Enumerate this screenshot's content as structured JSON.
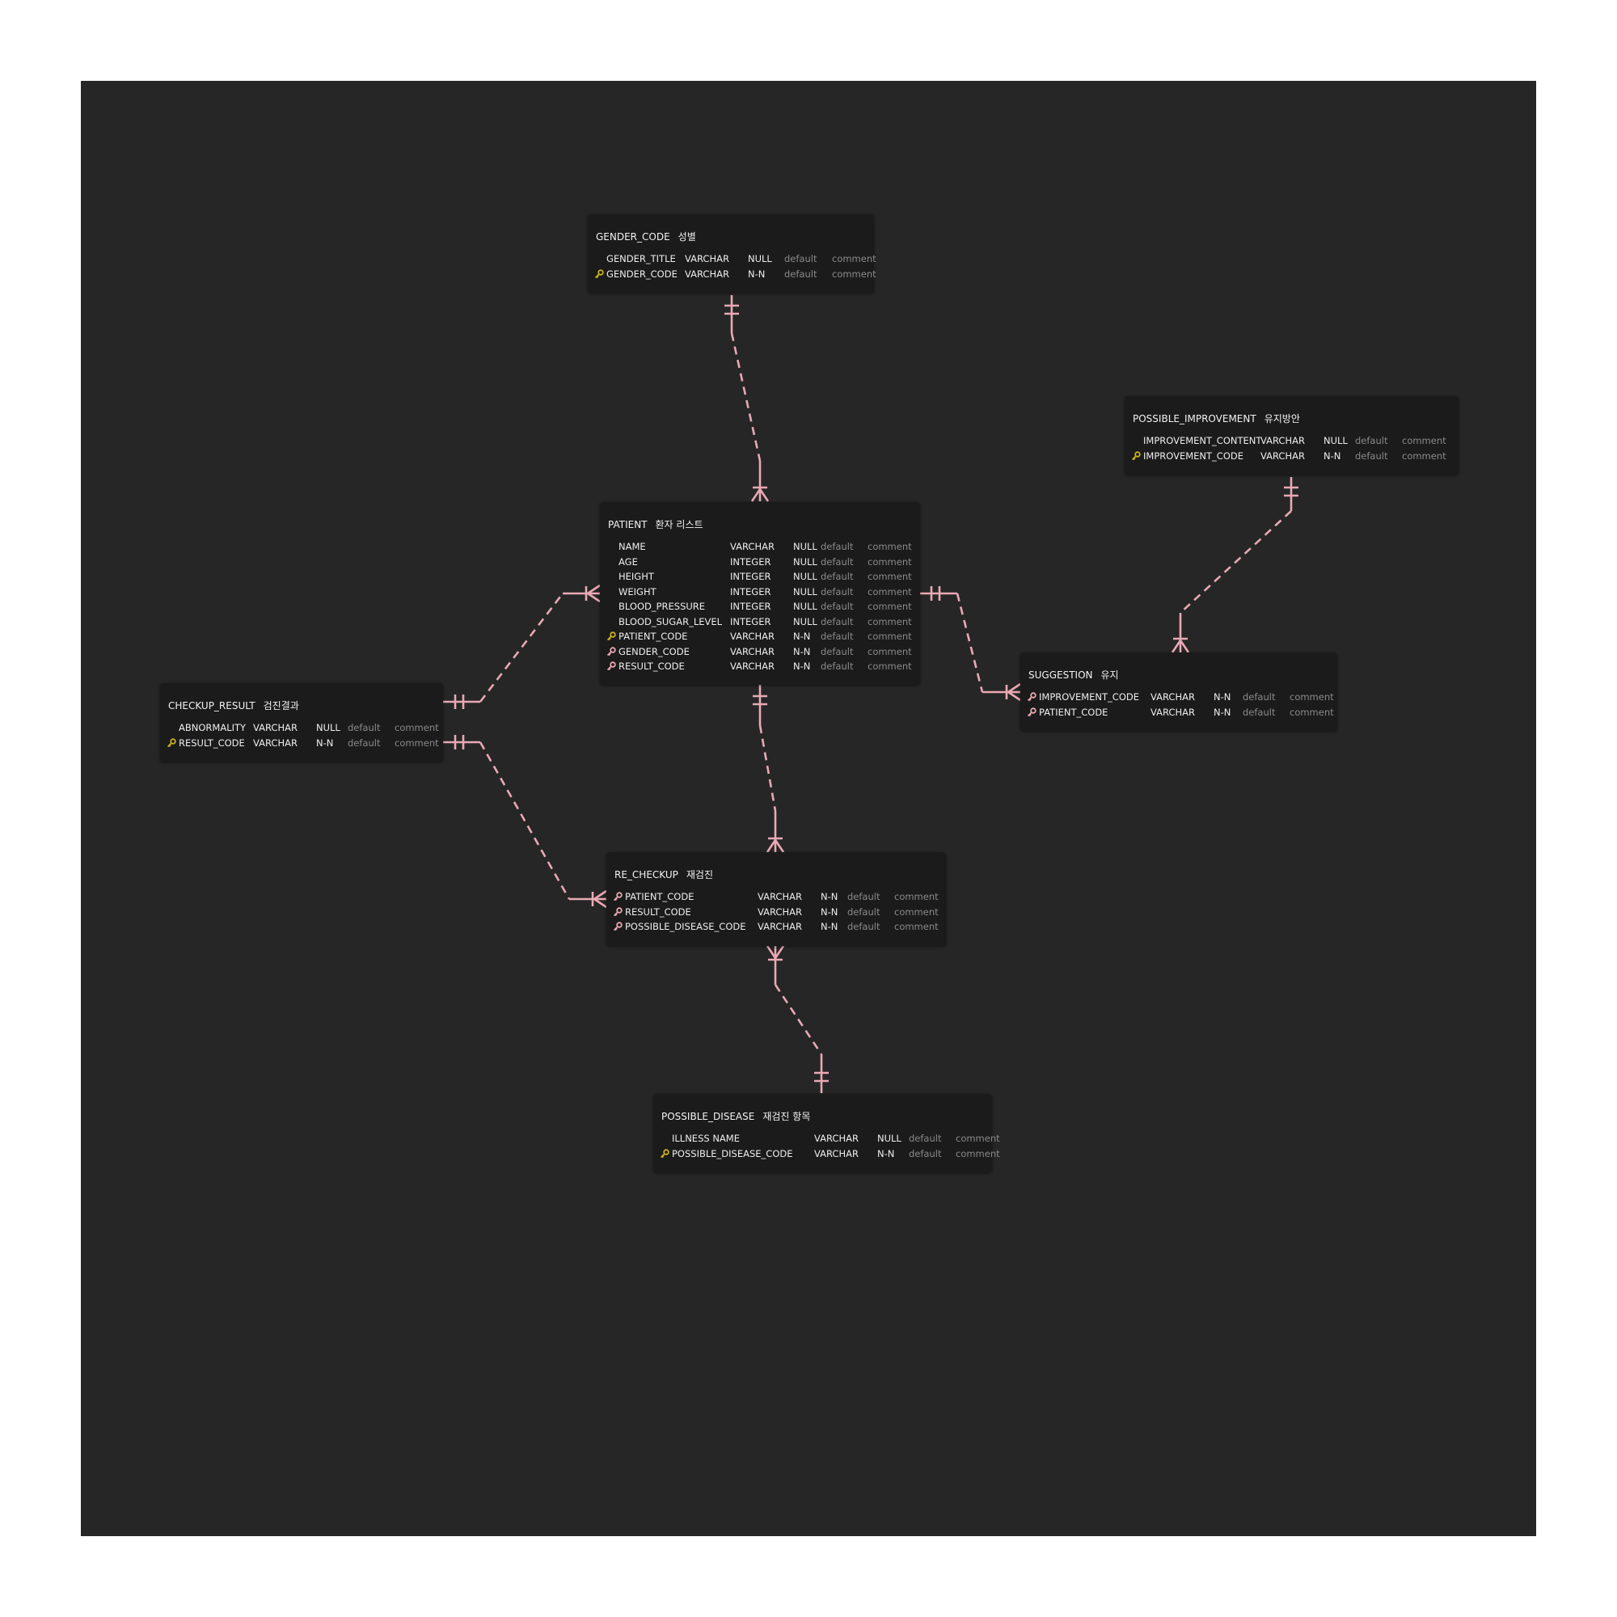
{
  "colors": {
    "page_background": "#ffffff",
    "canvas_background": "#262626",
    "table_background": "#1b1b1b",
    "relation_line": "#e9a9b4",
    "primary_key_icon": "#c9b21a",
    "foreign_key_icon": "#e9a9b4"
  },
  "tables": {
    "gender_code": {
      "name": "GENDER_CODE",
      "comment": "성별",
      "columns": [
        {
          "name": "GENDER_TITLE",
          "type": "VARCHAR",
          "nullable": "NULL",
          "default": "default",
          "comment": "comment",
          "key": "none"
        },
        {
          "name": "GENDER_CODE",
          "type": "VARCHAR",
          "nullable": "N-N",
          "default": "default",
          "comment": "comment",
          "key": "primary"
        }
      ]
    },
    "possible_improvement": {
      "name": "POSSIBLE_IMPROVEMENT",
      "comment": "유지방안",
      "columns": [
        {
          "name": "IMPROVEMENT_CONTENT",
          "type": "VARCHAR",
          "nullable": "NULL",
          "default": "default",
          "comment": "comment",
          "key": "none"
        },
        {
          "name": "IMPROVEMENT_CODE",
          "type": "VARCHAR",
          "nullable": "N-N",
          "default": "default",
          "comment": "comment",
          "key": "primary"
        }
      ]
    },
    "patient": {
      "name": "PATIENT",
      "comment": "환자 리스트",
      "columns": [
        {
          "name": "NAME",
          "type": "VARCHAR",
          "nullable": "NULL",
          "default": "default",
          "comment": "comment",
          "key": "none"
        },
        {
          "name": "AGE",
          "type": "INTEGER",
          "nullable": "NULL",
          "default": "default",
          "comment": "comment",
          "key": "none"
        },
        {
          "name": "HEIGHT",
          "type": "INTEGER",
          "nullable": "NULL",
          "default": "default",
          "comment": "comment",
          "key": "none"
        },
        {
          "name": "WEIGHT",
          "type": "INTEGER",
          "nullable": "NULL",
          "default": "default",
          "comment": "comment",
          "key": "none"
        },
        {
          "name": "BLOOD_PRESSURE",
          "type": "INTEGER",
          "nullable": "NULL",
          "default": "default",
          "comment": "comment",
          "key": "none"
        },
        {
          "name": "BLOOD_SUGAR_LEVEL",
          "type": "INTEGER",
          "nullable": "NULL",
          "default": "default",
          "comment": "comment",
          "key": "none"
        },
        {
          "name": "PATIENT_CODE",
          "type": "VARCHAR",
          "nullable": "N-N",
          "default": "default",
          "comment": "comment",
          "key": "primary"
        },
        {
          "name": "GENDER_CODE",
          "type": "VARCHAR",
          "nullable": "N-N",
          "default": "default",
          "comment": "comment",
          "key": "foreign"
        },
        {
          "name": "RESULT_CODE",
          "type": "VARCHAR",
          "nullable": "N-N",
          "default": "default",
          "comment": "comment",
          "key": "foreign"
        }
      ]
    },
    "suggestion": {
      "name": "SUGGESTION",
      "comment": "유지",
      "columns": [
        {
          "name": "IMPROVEMENT_CODE",
          "type": "VARCHAR",
          "nullable": "N-N",
          "default": "default",
          "comment": "comment",
          "key": "foreign"
        },
        {
          "name": "PATIENT_CODE",
          "type": "VARCHAR",
          "nullable": "N-N",
          "default": "default",
          "comment": "comment",
          "key": "foreign"
        }
      ]
    },
    "checkup_result": {
      "name": "CHECKUP_RESULT",
      "comment": "검진결과",
      "columns": [
        {
          "name": "ABNORMALITY",
          "type": "VARCHAR",
          "nullable": "NULL",
          "default": "default",
          "comment": "comment",
          "key": "none"
        },
        {
          "name": "RESULT_CODE",
          "type": "VARCHAR",
          "nullable": "N-N",
          "default": "default",
          "comment": "comment",
          "key": "primary"
        }
      ]
    },
    "re_checkup": {
      "name": "RE_CHECKUP",
      "comment": "재검진",
      "columns": [
        {
          "name": "PATIENT_CODE",
          "type": "VARCHAR",
          "nullable": "N-N",
          "default": "default",
          "comment": "comment",
          "key": "foreign"
        },
        {
          "name": "RESULT_CODE",
          "type": "VARCHAR",
          "nullable": "N-N",
          "default": "default",
          "comment": "comment",
          "key": "foreign"
        },
        {
          "name": "POSSIBLE_DISEASE_CODE",
          "type": "VARCHAR",
          "nullable": "N-N",
          "default": "default",
          "comment": "comment",
          "key": "foreign"
        }
      ]
    },
    "possible_disease": {
      "name": "POSSIBLE_DISEASE",
      "comment": "재검진 항목",
      "columns": [
        {
          "name": "ILLNESS NAME",
          "type": "VARCHAR",
          "nullable": "NULL",
          "default": "default",
          "comment": "comment",
          "key": "none"
        },
        {
          "name": "POSSIBLE_DISEASE_CODE",
          "type": "VARCHAR",
          "nullable": "N-N",
          "default": "default",
          "comment": "comment",
          "key": "primary"
        }
      ]
    }
  },
  "relationships": [
    {
      "from": "GENDER_CODE",
      "to": "PATIENT",
      "from_cardinality": "one-and-only-one",
      "to_cardinality": "one-or-many",
      "style": "dashed"
    },
    {
      "from": "POSSIBLE_IMPROVEMENT",
      "to": "SUGGESTION",
      "from_cardinality": "one-and-only-one",
      "to_cardinality": "one-or-many",
      "style": "dashed"
    },
    {
      "from": "PATIENT",
      "to": "SUGGESTION",
      "from_cardinality": "one-and-only-one",
      "to_cardinality": "one-or-many",
      "style": "dashed"
    },
    {
      "from": "CHECKUP_RESULT",
      "to": "PATIENT",
      "from_cardinality": "one-and-only-one",
      "to_cardinality": "one-or-many",
      "style": "dashed"
    },
    {
      "from": "PATIENT",
      "to": "RE_CHECKUP",
      "from_cardinality": "one-and-only-one",
      "to_cardinality": "one-or-many",
      "style": "dashed"
    },
    {
      "from": "CHECKUP_RESULT",
      "to": "RE_CHECKUP",
      "from_cardinality": "one-and-only-one",
      "to_cardinality": "one-or-many",
      "style": "dashed"
    },
    {
      "from": "POSSIBLE_DISEASE",
      "to": "RE_CHECKUP",
      "from_cardinality": "one-and-only-one",
      "to_cardinality": "one-or-many",
      "style": "dashed"
    }
  ]
}
